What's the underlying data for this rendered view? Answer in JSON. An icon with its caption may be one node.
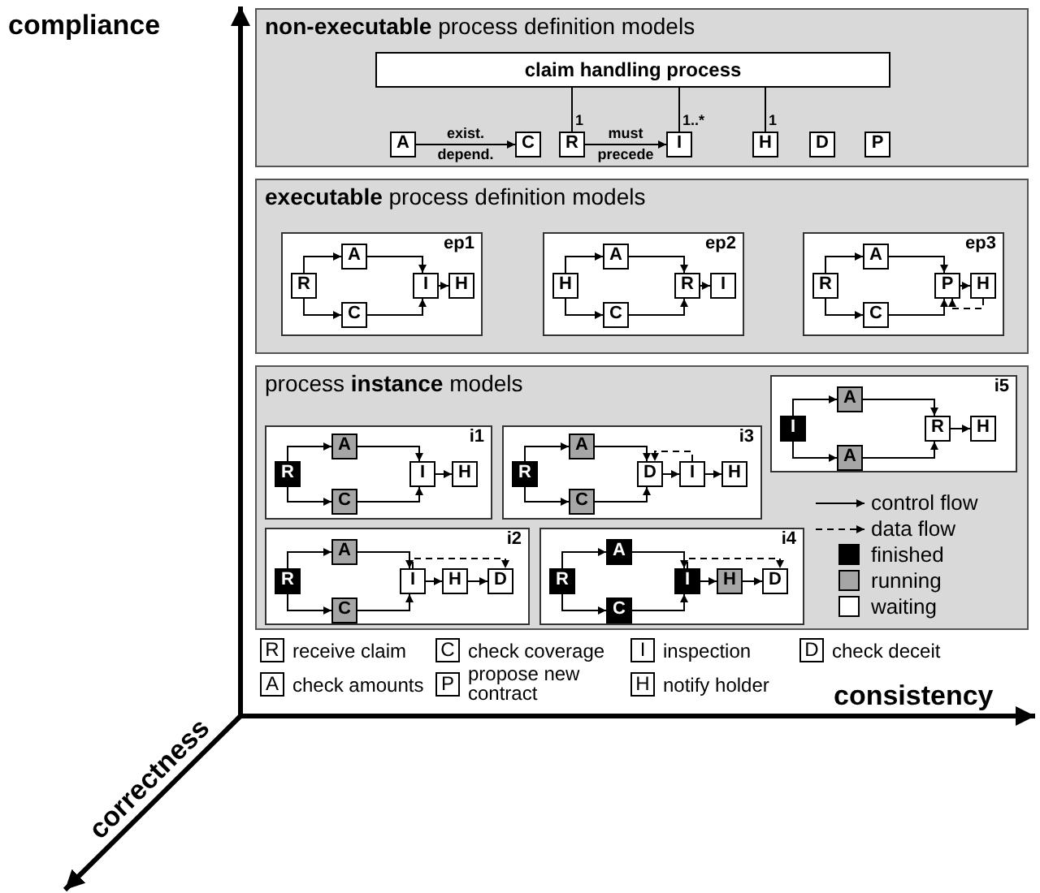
{
  "diagram": {
    "nodes": [
      {
        "text": [
          "**non-executable** process definition models"
        ]
      },
      {
        "text": [
          "claim handling process"
        ],
        "in": 0
      },
      {
        "text": [
          "A"
        ],
        "in": 0
      },
      {
        "text": [
          "C"
        ],
        "in": 0
      },
      {
        "text": [
          "R"
        ],
        "in": 0
      },
      {
        "text": [
          "I"
        ],
        "in": 0
      },
      {
        "text": [
          "H"
        ],
        "in": 0
      },
      {
        "text": [
          "D"
        ],
        "in": 0
      },
      {
        "text": [
          "P"
        ],
        "in": 0
      },
      {
        "text": [
          "**executable** process definition models"
        ]
      },
      {
        "text": [
          "ep1"
        ],
        "in": 9
      },
      {
        "text": [
          "R"
        ],
        "in": 10
      },
      {
        "text": [
          "A"
        ],
        "in": 10
      },
      {
        "text": [
          "C"
        ],
        "in": 10
      },
      {
        "text": [
          "I"
        ],
        "in": 10
      },
      {
        "text": [
          "H"
        ],
        "in": 10
      },
      {
        "text": [
          "ep2"
        ],
        "in": 9
      },
      {
        "text": [
          "H"
        ],
        "in": 16
      },
      {
        "text": [
          "A"
        ],
        "in": 16
      },
      {
        "text": [
          "C"
        ],
        "in": 16
      },
      {
        "text": [
          "R"
        ],
        "in": 16
      },
      {
        "text": [
          "I"
        ],
        "in": 16
      },
      {
        "text": [
          "ep3"
        ],
        "in": 9
      },
      {
        "text": [
          "R"
        ],
        "in": 22
      },
      {
        "text": [
          "A"
        ],
        "in": 22
      },
      {
        "text": [
          "C"
        ],
        "in": 22
      },
      {
        "text": [
          "P"
        ],
        "in": 22
      },
      {
        "text": [
          "H"
        ],
        "in": 22
      },
      {
        "text": [
          "process **instance** models"
        ]
      },
      {
        "text": [
          "i1"
        ],
        "in": 28
      },
      {
        "text": [
          "R"
        ],
        "in": 29
      },
      {
        "text": [
          "A"
        ],
        "in": 29
      },
      {
        "text": [
          "C"
        ],
        "in": 29
      },
      {
        "text": [
          "I"
        ],
        "in": 29
      },
      {
        "text": [
          "H"
        ],
        "in": 29
      },
      {
        "text": [
          "i3"
        ],
        "in": 28
      },
      {
        "text": [
          "R"
        ],
        "in": 35
      },
      {
        "text": [
          "A"
        ],
        "in": 35
      },
      {
        "text": [
          "C"
        ],
        "in": 35
      },
      {
        "text": [
          "D"
        ],
        "in": 35
      },
      {
        "text": [
          "I"
        ],
        "in": 35
      },
      {
        "text": [
          "H"
        ],
        "in": 35
      },
      {
        "text": [
          "i5"
        ],
        "in": 28
      },
      {
        "text": [
          "I"
        ],
        "in": 42
      },
      {
        "text": [
          "A"
        ],
        "in": 42
      },
      {
        "text": [
          "A"
        ],
        "in": 42
      },
      {
        "text": [
          "R"
        ],
        "in": 42
      },
      {
        "text": [
          "H"
        ],
        "in": 42
      },
      {
        "text": [
          "i2"
        ],
        "in": 28
      },
      {
        "text": [
          "R"
        ],
        "in": 48
      },
      {
        "text": [
          "A"
        ],
        "in": 48
      },
      {
        "text": [
          "C"
        ],
        "in": 48
      },
      {
        "text": [
          "I"
        ],
        "in": 48
      },
      {
        "text": [
          "H"
        ],
        "in": 48
      },
      {
        "text": [
          "D"
        ],
        "in": 48
      },
      {
        "text": [
          "i4"
        ],
        "in": 28
      },
      {
        "text": [
          "R"
        ],
        "in": 55
      },
      {
        "text": [
          "A"
        ],
        "in": 55
      },
      {
        "text": [
          "C"
        ],
        "in": 55
      },
      {
        "text": [
          "I"
        ],
        "in": 55
      },
      {
        "text": [
          "H"
        ],
        "in": 55
      },
      {
        "text": [
          "D"
        ],
        "in": 55
      },
      {
        "text": [
          "R"
        ],
        "beside": [
          "receive claim"
        ]
      },
      {
        "text": [
          "C"
        ],
        "beside": [
          "check coverage"
        ]
      },
      {
        "text": [
          "I"
        ],
        "beside": [
          "inspection"
        ]
      },
      {
        "text": [
          "D"
        ],
        "beside": [
          "check deceit"
        ]
      },
      {
        "text": [
          "A"
        ],
        "beside": [
          "check amounts"
        ]
      },
      {
        "text": [
          "P"
        ],
        "beside": [
          "propose new contract"
        ]
      },
      {
        "text": [
          "H"
        ],
        "beside": [
          "notify holder"
        ]
      }
    ],
    "edges": [
      {
        "from": 2,
        "to": 3,
        "arrow": "to",
        "label": "exist. depend."
      },
      {
        "from": 4,
        "to": 5,
        "arrow": "to",
        "label": "must precede"
      },
      {
        "from": 1,
        "to": 4,
        "arrow": "none",
        "label": "1"
      },
      {
        "from": 1,
        "to": 5,
        "arrow": "none",
        "label": "1..*"
      },
      {
        "from": 1,
        "to": 6,
        "arrow": "none",
        "label": "1"
      },
      {
        "from": 11,
        "to": 12,
        "arrow": "to"
      },
      {
        "from": 11,
        "to": 13,
        "arrow": "to"
      },
      {
        "from": 12,
        "to": 14,
        "arrow": "to"
      },
      {
        "from": 13,
        "to": 14,
        "arrow": "to"
      },
      {
        "from": 14,
        "to": 15,
        "arrow": "to"
      },
      {
        "from": 17,
        "to": 18,
        "arrow": "to"
      },
      {
        "from": 17,
        "to": 19,
        "arrow": "to"
      },
      {
        "from": 18,
        "to": 20,
        "arrow": "to"
      },
      {
        "from": 19,
        "to": 20,
        "arrow": "to"
      },
      {
        "from": 20,
        "to": 21,
        "arrow": "to"
      },
      {
        "from": 23,
        "to": 24,
        "arrow": "to"
      },
      {
        "from": 23,
        "to": 25,
        "arrow": "to"
      },
      {
        "from": 24,
        "to": 26,
        "arrow": "to"
      },
      {
        "from": 25,
        "to": 26,
        "arrow": "to"
      },
      {
        "from": 26,
        "to": 27,
        "arrow": "to"
      },
      {
        "from": 27,
        "to": 26,
        "arrow": "to",
        "style": "dashed"
      },
      {
        "from": 30,
        "to": 31,
        "arrow": "to"
      },
      {
        "from": 30,
        "to": 32,
        "arrow": "to"
      },
      {
        "from": 31,
        "to": 33,
        "arrow": "to"
      },
      {
        "from": 32,
        "to": 33,
        "arrow": "to"
      },
      {
        "from": 33,
        "to": 34,
        "arrow": "to"
      },
      {
        "from": 36,
        "to": 37,
        "arrow": "to"
      },
      {
        "from": 36,
        "to": 38,
        "arrow": "to"
      },
      {
        "from": 37,
        "to": 39,
        "arrow": "to"
      },
      {
        "from": 38,
        "to": 39,
        "arrow": "to"
      },
      {
        "from": 39,
        "to": 40,
        "arrow": "to"
      },
      {
        "from": 40,
        "to": 41,
        "arrow": "to"
      },
      {
        "from": 40,
        "to": 39,
        "arrow": "to",
        "style": "dashed"
      },
      {
        "from": 43,
        "to": 44,
        "arrow": "to"
      },
      {
        "from": 43,
        "to": 45,
        "arrow": "to"
      },
      {
        "from": 44,
        "to": 46,
        "arrow": "to"
      },
      {
        "from": 45,
        "to": 46,
        "arrow": "to"
      },
      {
        "from": 46,
        "to": 47,
        "arrow": "to"
      },
      {
        "from": 49,
        "to": 50,
        "arrow": "to"
      },
      {
        "from": 49,
        "to": 51,
        "arrow": "to"
      },
      {
        "from": 50,
        "to": 52,
        "arrow": "to"
      },
      {
        "from": 51,
        "to": 52,
        "arrow": "to"
      },
      {
        "from": 52,
        "to": 53,
        "arrow": "to"
      },
      {
        "from": 53,
        "to": 54,
        "arrow": "to"
      },
      {
        "from": 52,
        "to": 54,
        "arrow": "to",
        "style": "dashed"
      },
      {
        "from": 56,
        "to": 57,
        "arrow": "to"
      },
      {
        "from": 56,
        "to": 58,
        "arrow": "to"
      },
      {
        "from": 57,
        "to": 59,
        "arrow": "to"
      },
      {
        "from": 58,
        "to": 59,
        "arrow": "to"
      },
      {
        "from": 59,
        "to": 60,
        "arrow": "to"
      },
      {
        "from": 60,
        "to": 61,
        "arrow": "to"
      },
      {
        "from": 59,
        "to": 61,
        "arrow": "to",
        "style": "dashed"
      }
    ],
    "labels": [
      "compliance",
      "consistency",
      "correctness"
    ],
    "legend": [
      {
        "text": "control flow"
      },
      {
        "text": "data flow"
      },
      {
        "text": "finished",
        "color": "#000000"
      },
      {
        "text": "running",
        "color": "#a6a6a6"
      },
      {
        "text": "waiting",
        "color": "#ffffff"
      }
    ]
  }
}
